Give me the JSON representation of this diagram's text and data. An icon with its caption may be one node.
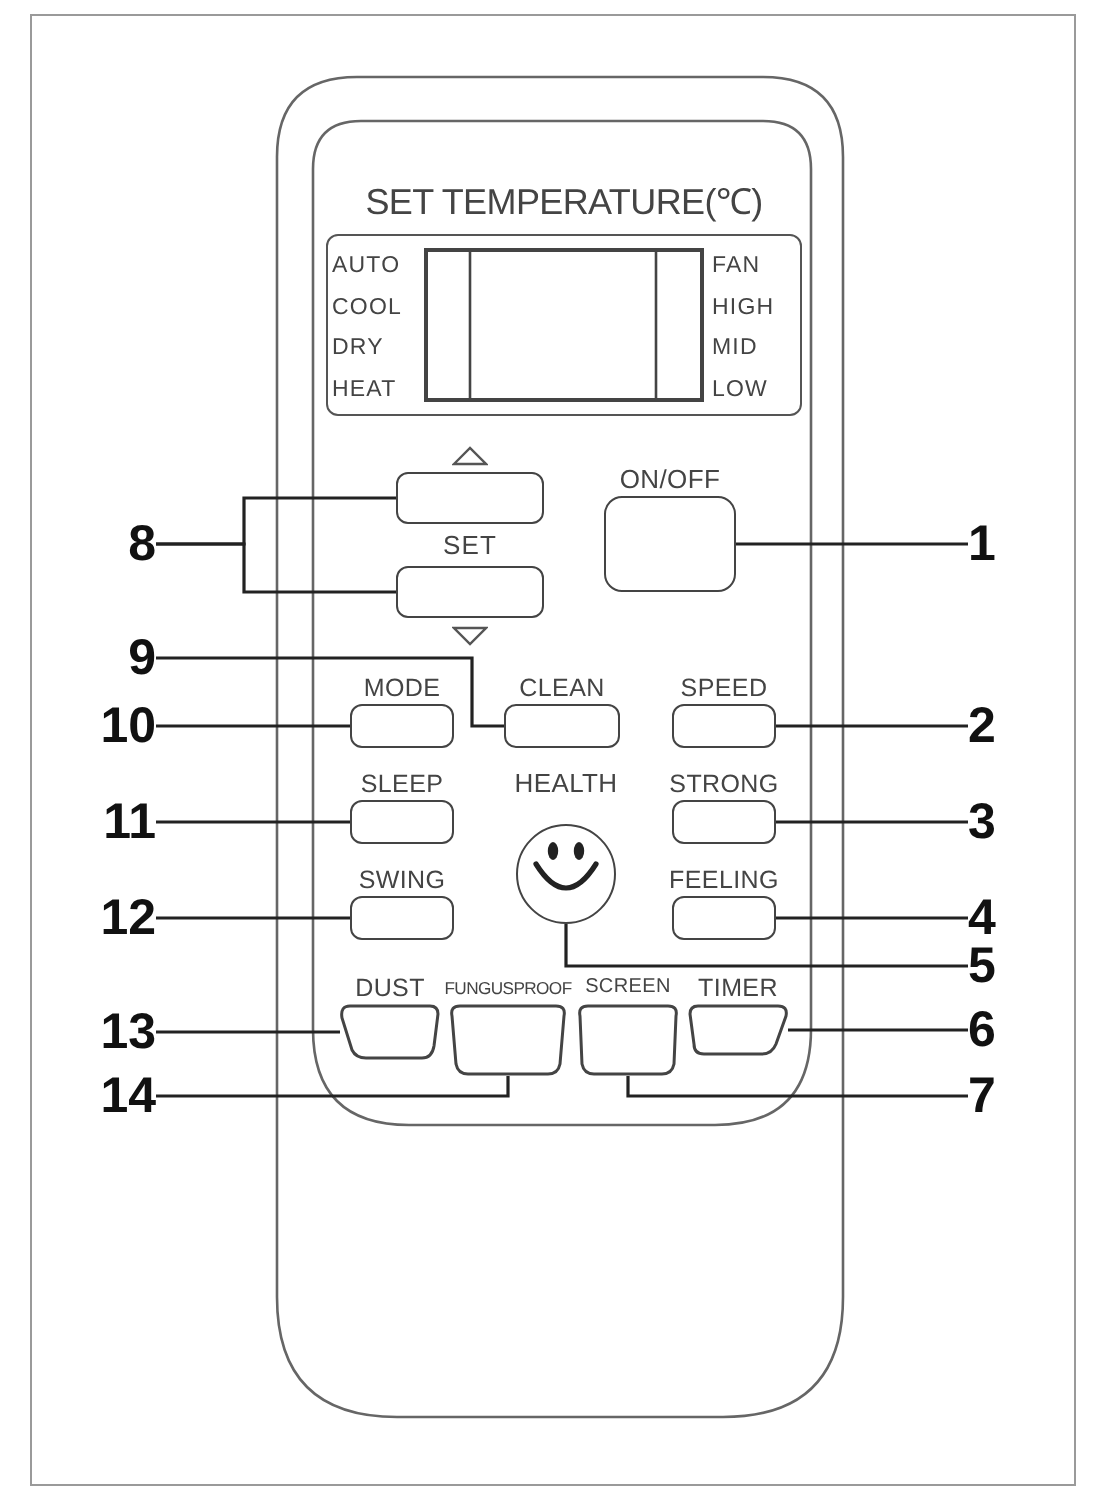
{
  "diagram": {
    "nodes": [
      {
        "text": [
          "SET TEMPERATURE(℃)",
          "AUTO",
          "COOL",
          "DRY",
          "HEAT",
          "FAN",
          "HIGH",
          "MID",
          "LOW"
        ]
      },
      {
        "text": [],
        "shape": "box"
      },
      {
        "text": [
          "ON/OFF"
        ]
      },
      {
        "text": [],
        "shape": "box"
      },
      {
        "text": [
          "MODE"
        ]
      },
      {
        "text": [
          "CLEAN"
        ]
      },
      {
        "text": [
          "SPEED"
        ]
      },
      {
        "text": [
          "SLEEP"
        ]
      },
      {
        "text": [
          "HEALTH"
        ]
      },
      {
        "text": [
          "STRONG"
        ]
      },
      {
        "text": [
          "SWING"
        ]
      },
      {
        "text": [
          "FEELING"
        ]
      },
      {
        "text": [
          "DUST"
        ]
      },
      {
        "text": [
          "FUNGUSPROOF"
        ]
      },
      {
        "text": [
          "SCREEN"
        ]
      },
      {
        "text": [
          "TIMER"
        ]
      },
      {
        "text": [
          "8"
        ]
      },
      {
        "text": [
          "1"
        ]
      },
      {
        "text": [
          "9"
        ]
      },
      {
        "text": [
          "10"
        ]
      },
      {
        "text": [
          "2"
        ]
      },
      {
        "text": [
          "11"
        ]
      },
      {
        "text": [
          "3"
        ]
      },
      {
        "text": [
          "12"
        ]
      },
      {
        "text": [
          "4"
        ]
      },
      {
        "text": [
          "5"
        ]
      },
      {
        "text": [
          "13"
        ]
      },
      {
        "text": [
          "6"
        ]
      },
      {
        "text": [
          "14"
        ]
      },
      {
        "text": [
          "7"
        ]
      }
    ],
    "edges": [
      {
        "from": 16,
        "to": 1,
        "arrow": "none"
      },
      {
        "from": 16,
        "to": 3,
        "arrow": "none"
      },
      {
        "from": 17,
        "to": 2,
        "arrow": "none"
      },
      {
        "from": 18,
        "to": 5,
        "arrow": "none"
      },
      {
        "from": 19,
        "to": 4,
        "arrow": "none"
      },
      {
        "from": 20,
        "to": 6,
        "arrow": "none"
      },
      {
        "from": 21,
        "to": 7,
        "arrow": "none"
      },
      {
        "from": 22,
        "to": 9,
        "arrow": "none"
      },
      {
        "from": 23,
        "to": 10,
        "arrow": "none"
      },
      {
        "from": 24,
        "to": 11,
        "arrow": "none"
      },
      {
        "from": 25,
        "to": 8,
        "arrow": "none"
      },
      {
        "from": 26,
        "to": 12,
        "arrow": "none"
      },
      {
        "from": 27,
        "to": 15,
        "arrow": "none"
      },
      {
        "from": 28,
        "to": 13,
        "arrow": "none"
      },
      {
        "from": 29,
        "to": 14,
        "arrow": "none"
      }
    ],
    "labels": [
      "SET"
    ]
  }
}
